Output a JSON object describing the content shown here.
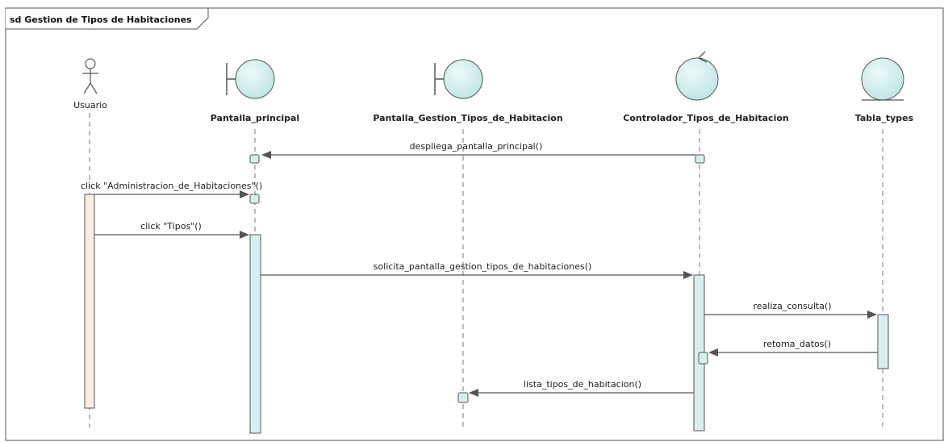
{
  "frame": {
    "title": "sd Gestion de Tipos de Habitaciones"
  },
  "lifelines": {
    "usuario": "Usuario",
    "pantalla_principal": "Pantalla_principal",
    "pantalla_gestion": "Pantalla_Gestion_Tipos_de_Habitacion",
    "controlador": "Controlador_Tipos_de_Habitacion",
    "tabla": "Tabla_types"
  },
  "messages": {
    "m1": "despliega_pantalla_principal()",
    "m2": "click \"Administracion_de_Habitaciones\"()",
    "m3": "click \"Tipos\"()",
    "m4": "solicita_pantalla_gestion_tipos_de_habitaciones()",
    "m5": "realiza_consulta()",
    "m6": "retoma_datos()",
    "m7": "lista_tipos_de_habitacion()"
  },
  "colors": {
    "actor_activation": "#fbeee0",
    "activation": "#d8efef",
    "shape_fill": "#d4efef",
    "line": "#444444"
  }
}
